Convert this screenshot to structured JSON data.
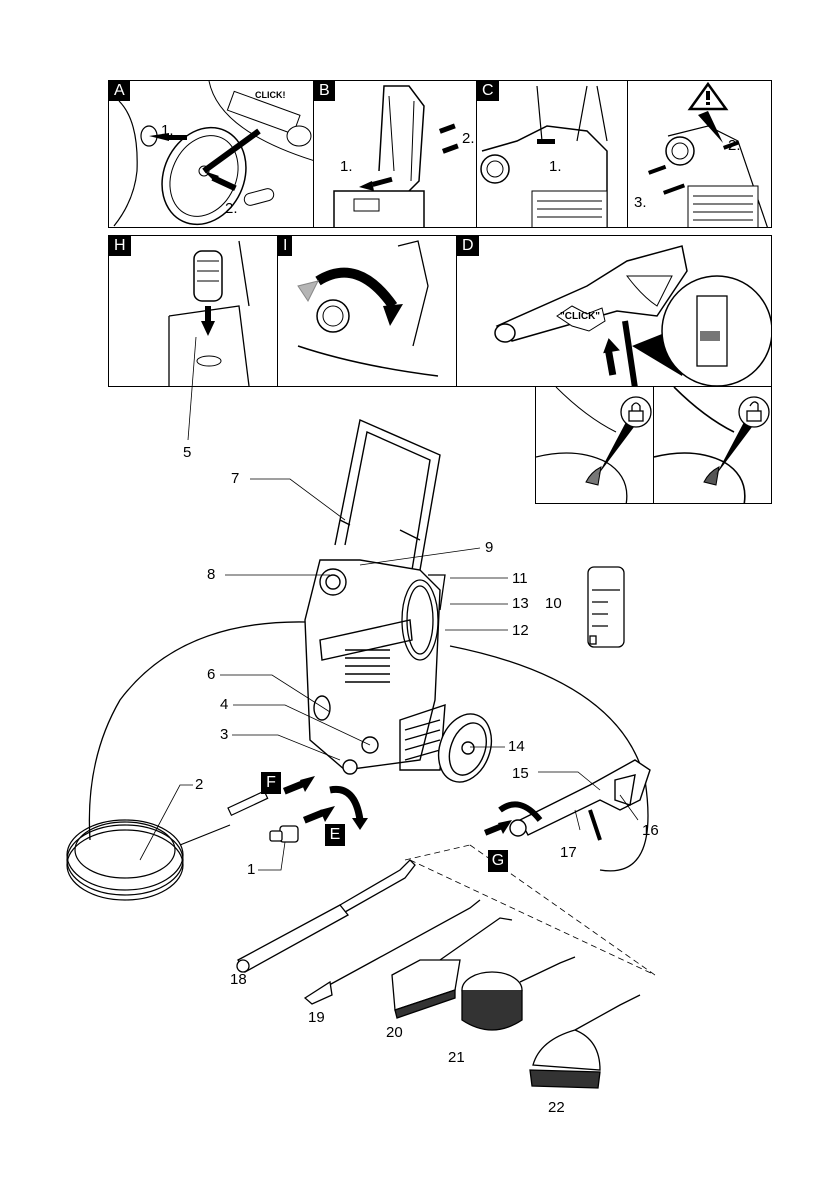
{
  "panels": {
    "A": {
      "label": "A",
      "steps": [
        "1.",
        "2."
      ],
      "sound": "CLICK!"
    },
    "B": {
      "label": "B",
      "steps": [
        "1.",
        "2."
      ]
    },
    "C": {
      "label": "C",
      "steps": [
        "1."
      ]
    },
    "C2": {
      "label": "",
      "steps": [
        "2.",
        "3."
      ],
      "warning_icon": "warning-triangle-icon"
    },
    "H": {
      "label": "H"
    },
    "I": {
      "label": "I"
    },
    "D": {
      "label": "D",
      "sound": "\"CLICK\""
    },
    "lock": {
      "locked_icon": "padlock-closed-icon",
      "unlocked_icon": "padlock-open-icon"
    }
  },
  "step_labels": {
    "E": "E",
    "F": "F",
    "G": "G"
  },
  "callouts": {
    "c1": "1",
    "c2": "2",
    "c3": "3",
    "c4": "4",
    "c5": "5",
    "c6": "6",
    "c7": "7",
    "c8": "8",
    "c9": "9",
    "c10": "10",
    "c11": "11",
    "c12": "12",
    "c13": "13",
    "c14": "14",
    "c15": "15",
    "c16": "16",
    "c17": "17",
    "c18": "18",
    "c19": "19",
    "c20": "20",
    "c21": "21",
    "c22": "22"
  },
  "colors": {
    "ink": "#000000",
    "paper": "#ffffff",
    "shade": "#777777",
    "light_shade": "#b5b5b5"
  }
}
